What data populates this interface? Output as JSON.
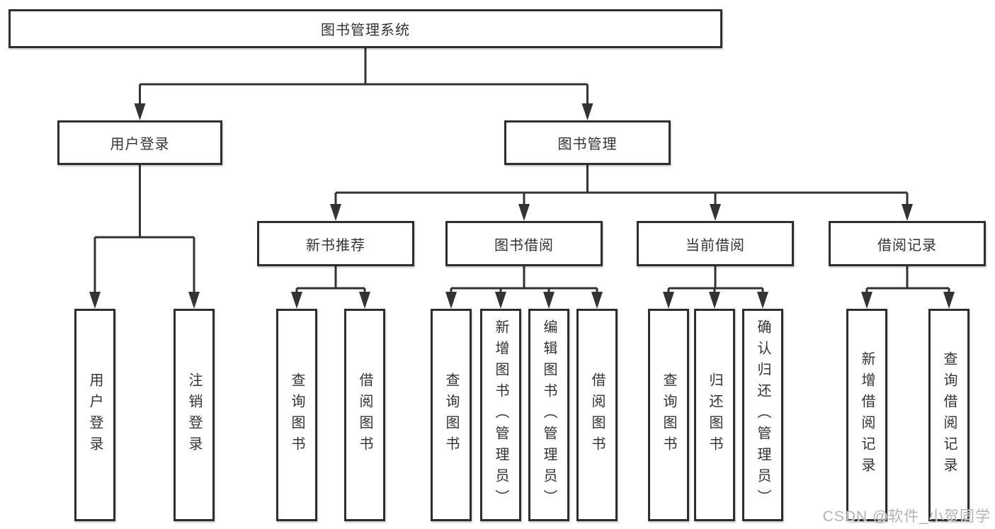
{
  "diagram": {
    "root": {
      "label": "图书管理系统"
    },
    "branches": [
      {
        "label": "用户登录",
        "children": [
          {
            "label": "用户登录"
          },
          {
            "label": "注销登录"
          }
        ]
      },
      {
        "label": "图书管理",
        "children": [
          {
            "label": "新书推荐",
            "children": [
              {
                "label": "查询图书"
              },
              {
                "label": "借阅图书"
              }
            ]
          },
          {
            "label": "图书借阅",
            "children": [
              {
                "label": "查询图书"
              },
              {
                "label": "新增图书（管理员）"
              },
              {
                "label": "编辑图书（管理员）"
              },
              {
                "label": "借阅图书"
              }
            ]
          },
          {
            "label": "当前借阅",
            "children": [
              {
                "label": "查询图书"
              },
              {
                "label": "归还图书"
              },
              {
                "label": "确认归还（管理员）"
              }
            ]
          },
          {
            "label": "借阅记录",
            "children": [
              {
                "label": "新增借阅记录"
              },
              {
                "label": "查询借阅记录"
              }
            ]
          }
        ]
      }
    ]
  },
  "watermark": {
    "text": "CSDN @软件_小贺同学"
  },
  "colors": {
    "line": "#333333",
    "box_border": "#2e2e2e",
    "text": "#333333",
    "watermark": "#a8a8a8",
    "background": "#ffffff"
  }
}
